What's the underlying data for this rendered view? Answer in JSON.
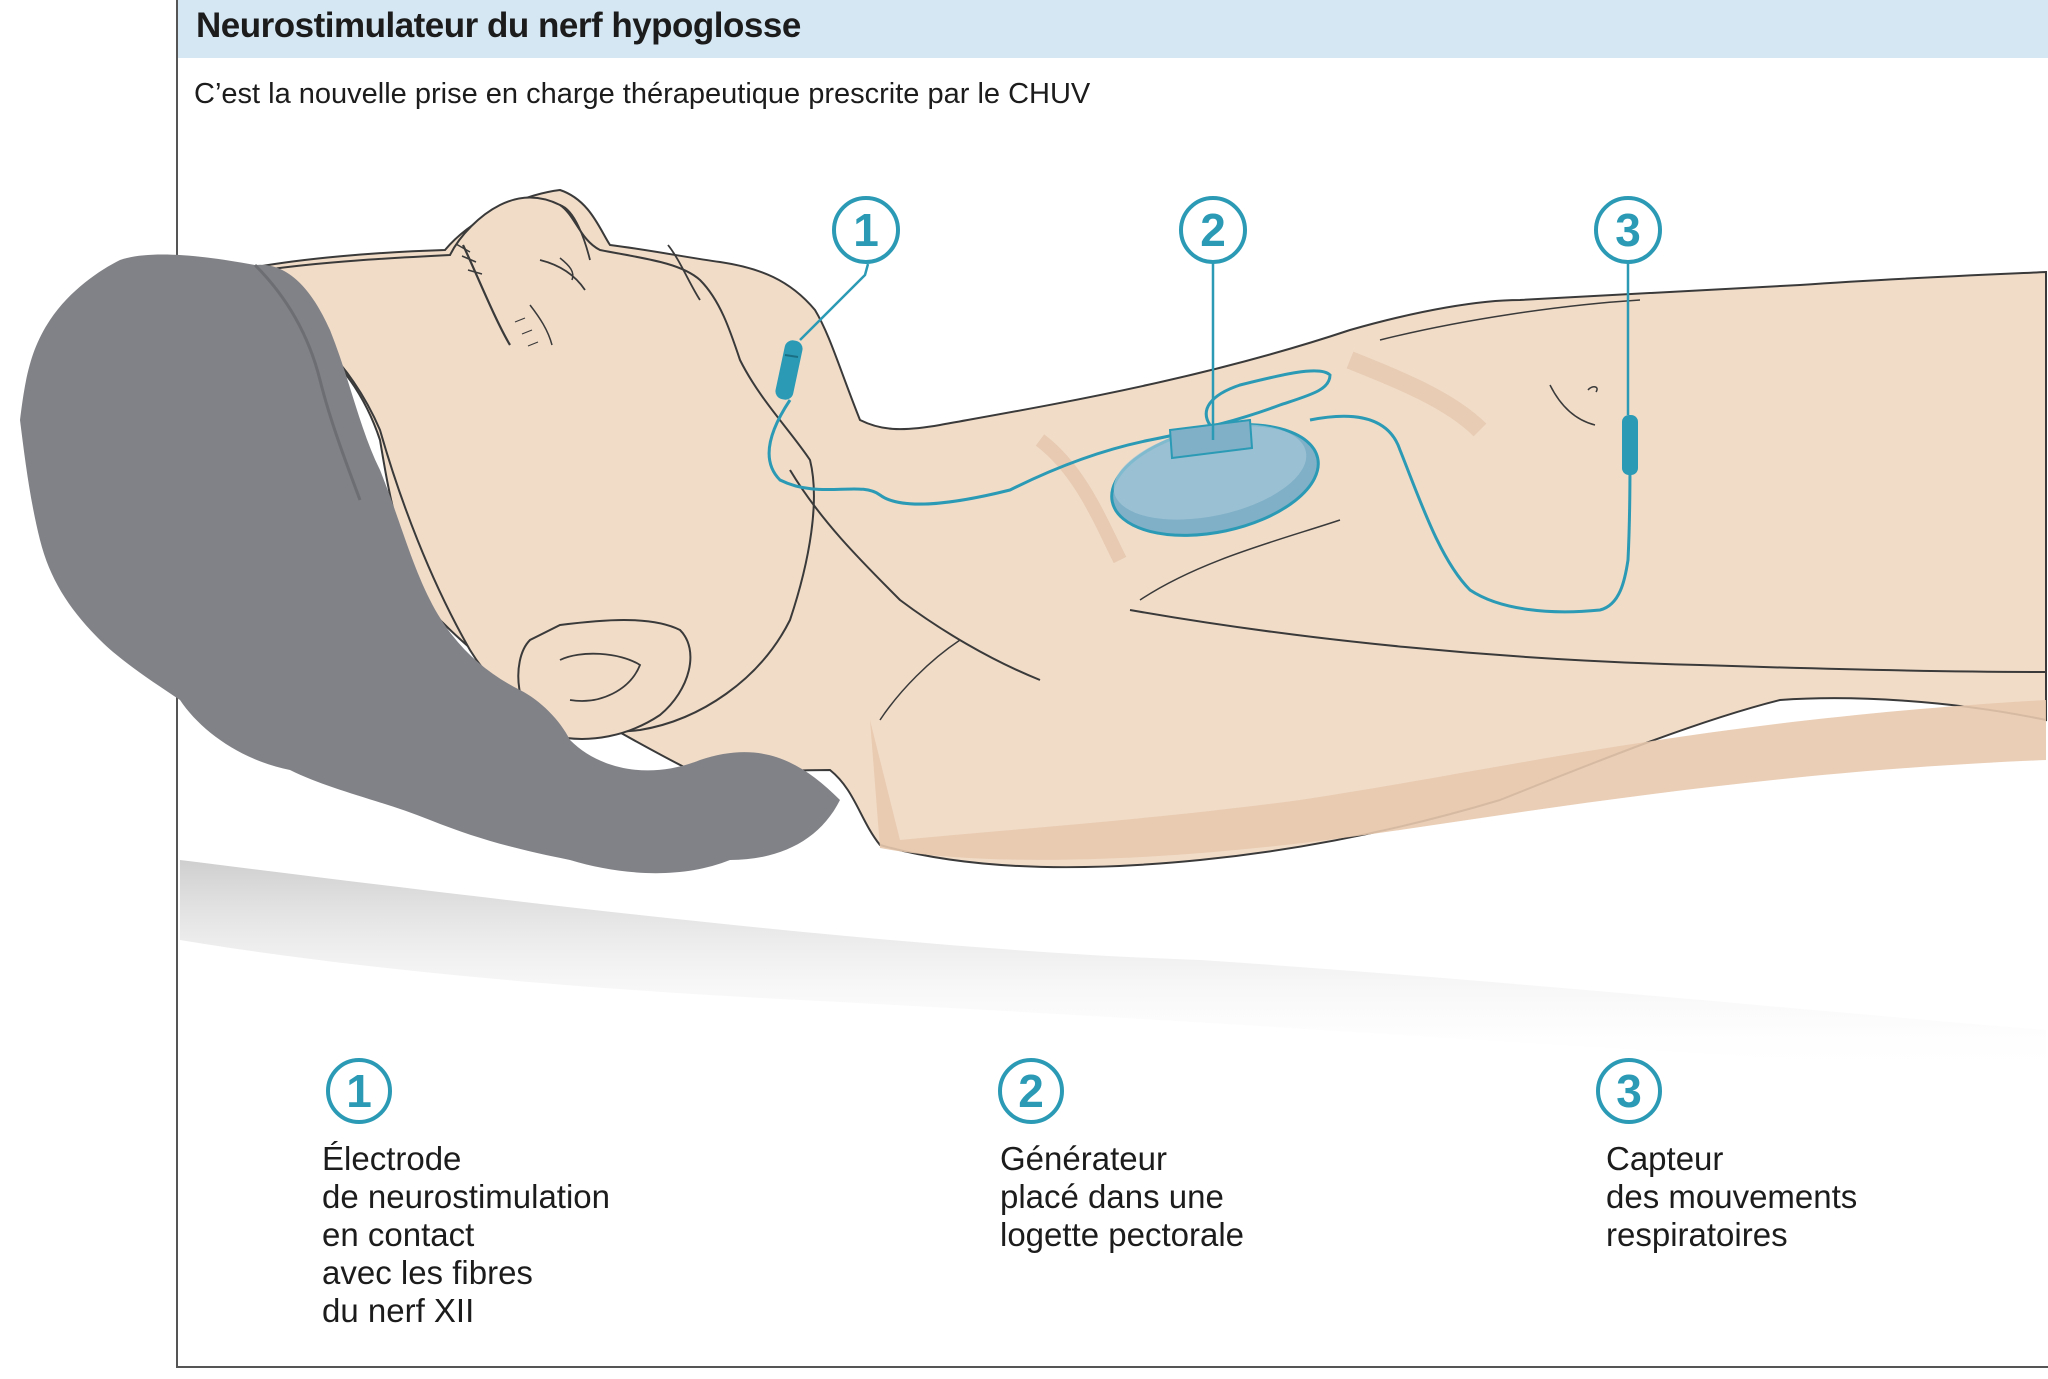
{
  "header": {
    "title": "Neurostimulateur du nerf hypoglosse",
    "subtitle": "C’est la nouvelle prise en charge thérapeutique prescrite par le CHUV"
  },
  "callouts": [
    "1",
    "2",
    "3"
  ],
  "legend": [
    {
      "number": "1",
      "text": "Électrode\nde neurostimulation\nen contact\navec les fibres\ndu nerf XII"
    },
    {
      "number": "2",
      "text": "Générateur\nplacé dans une\nlogette pectorale"
    },
    {
      "number": "3",
      "text": "Capteur\ndes mouvements\nrespiratoires"
    }
  ],
  "colors": {
    "accent": "#2b9ab5",
    "skin": "#f1dcc8",
    "skin_shade": "#e8c9ae",
    "hair": "#818287",
    "title_bar": "#d5e7f3",
    "device": "#7fb0c7"
  }
}
